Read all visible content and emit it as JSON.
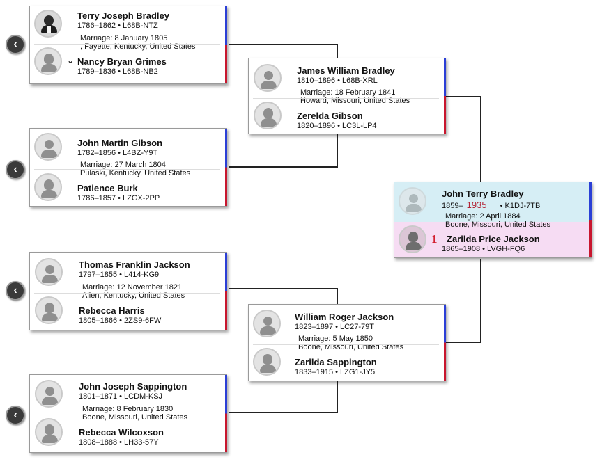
{
  "colors": {
    "male_bar": "#2b3fd6",
    "female_bar": "#c8162e",
    "focus_top": "#d6eef5",
    "focus_bottom": "#f6dcf3",
    "badge": "#d21f2f"
  },
  "back_icon": "chevron-left-icon",
  "couples": {
    "c1": {
      "husband": {
        "name": "Terry Joseph Bradley",
        "dates": "1786–1862 • L68B-NTZ",
        "avatar": "photo"
      },
      "marriage": {
        "label": "Marriage: 8 January 1805",
        "place": ", Fayette, Kentucky, United States"
      },
      "wife": {
        "name": "Nancy Bryan Grimes",
        "dates": "1789–1836 • L68B-NB2",
        "expand_icon": "chevron-down-icon"
      }
    },
    "c2": {
      "husband": {
        "name": "John Martin Gibson",
        "dates": "1782–1856 • L4BZ-Y9T"
      },
      "marriage": {
        "label": "Marriage: 27 March 1804",
        "place": "Pulaski, Kentucky, United States"
      },
      "wife": {
        "name": "Patience Burk",
        "dates": "1786–1857 • LZGX-2PP"
      }
    },
    "c3": {
      "husband": {
        "name": "Thomas Franklin Jackson",
        "dates": "1797–1855 • L414-KG9"
      },
      "marriage": {
        "label": "Marriage: 12 November 1821",
        "place": "Allen, Kentucky, United States"
      },
      "wife": {
        "name": "Rebecca Harris",
        "dates": "1805–1866 • 2ZS9-6FW"
      }
    },
    "c4": {
      "husband": {
        "name": "John Joseph Sappington",
        "dates": "1801–1871 • LCDM-KSJ"
      },
      "marriage": {
        "label": "Marriage: 8 February 1830",
        "place": "Boone, Missouri, United States"
      },
      "wife": {
        "name": "Rebecca Wilcoxson",
        "dates": "1808–1888 • LH33-57Y"
      }
    },
    "p1": {
      "husband": {
        "name": "James William Bradley",
        "dates": "1810–1896 • L68B-XRL"
      },
      "marriage": {
        "label": "Marriage: 18 February 1841",
        "place": "Howard, Missouri, United States"
      },
      "wife": {
        "name": "Zerelda Gibson",
        "dates": "1820–1896 • LC3L-LP4"
      }
    },
    "p2": {
      "husband": {
        "name": "William Roger Jackson",
        "dates": "1823–1897 • LC27-79T"
      },
      "marriage": {
        "label": "Marriage: 5 May 1850",
        "place": "Boone, Missouri, United States"
      },
      "wife": {
        "name": "Zarilda Sappington",
        "dates": "1833–1915 • LZG1-JY5"
      }
    },
    "focus": {
      "husband": {
        "name": "John Terry Bradley",
        "birth": "1859–",
        "death": "1935",
        "id": "• K1DJ-7TB"
      },
      "marriage": {
        "label": "Marriage: 2 April 1884",
        "place": "Boone, Missouri, United States"
      },
      "wife": {
        "name": "Zarilda Price Jackson",
        "dates": "1865–1908 • LVGH-FQ6",
        "badge": "1"
      }
    }
  }
}
